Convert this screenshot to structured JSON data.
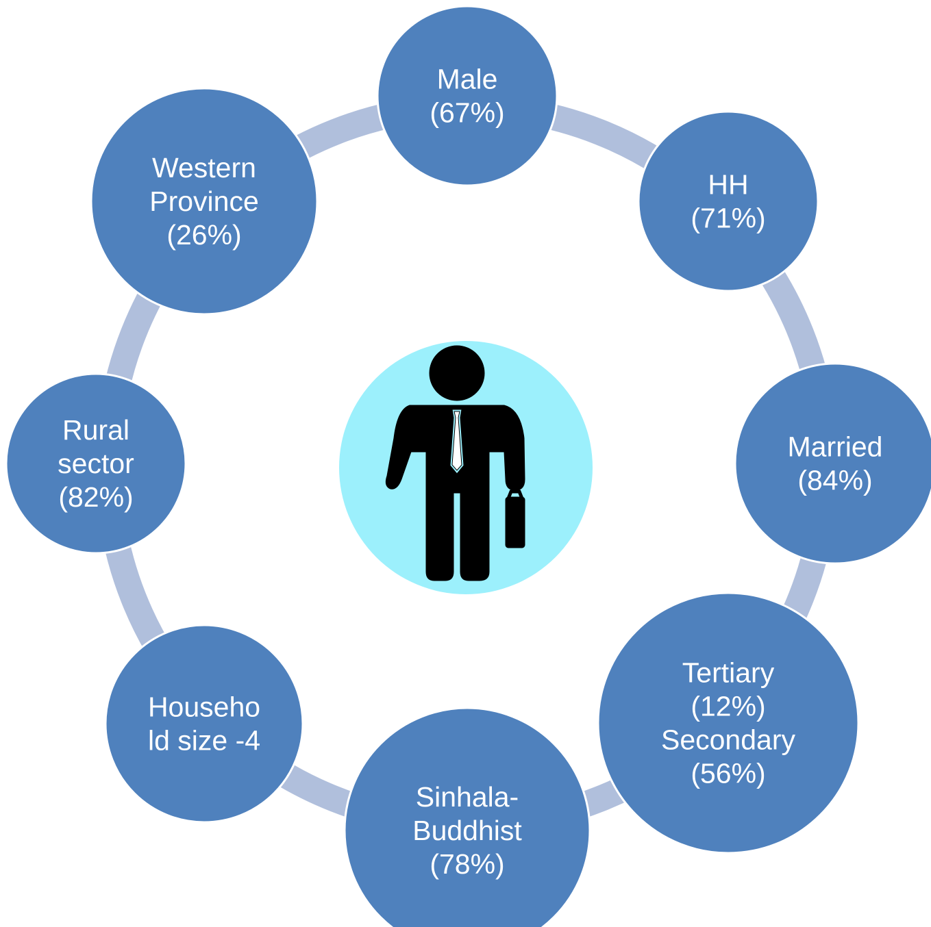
{
  "colors": {
    "ring": "#b0bfdc",
    "node_fill": "#4f81bd",
    "node_stroke": "#ffffff",
    "center_fill": "#9cf0fc",
    "icon": "#000000",
    "text": "#ffffff"
  },
  "center": {
    "icon": "businessman-with-briefcase-icon"
  },
  "nodes": [
    {
      "id": "male",
      "lines": [
        "Male",
        "(67%)"
      ]
    },
    {
      "id": "hh",
      "lines": [
        "HH",
        "(71%)"
      ]
    },
    {
      "id": "married",
      "lines": [
        "Married",
        "(84%)"
      ]
    },
    {
      "id": "education",
      "lines": [
        "Tertiary",
        "(12%)",
        "Secondary",
        "(56%)"
      ]
    },
    {
      "id": "religion",
      "lines": [
        "Sinhala-",
        "Buddhist",
        "(78%)"
      ]
    },
    {
      "id": "household",
      "lines": [
        "Househo",
        "ld size -4"
      ]
    },
    {
      "id": "rural",
      "lines": [
        "Rural",
        "sector",
        "(82%)"
      ]
    },
    {
      "id": "western",
      "lines": [
        "Western",
        "Province",
        "(26%)"
      ]
    }
  ]
}
